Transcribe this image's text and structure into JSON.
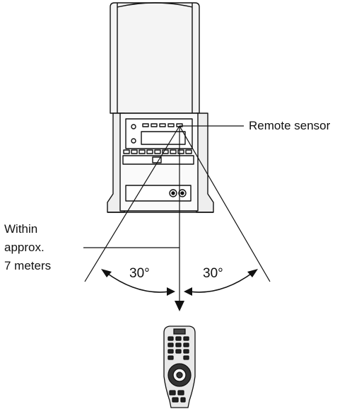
{
  "labels": {
    "remote_sensor": "Remote sensor",
    "within_line1": "Within",
    "within_line2": "approx.",
    "within_line3": "7 meters",
    "angle_left": "30°",
    "angle_right": "30°"
  }
}
